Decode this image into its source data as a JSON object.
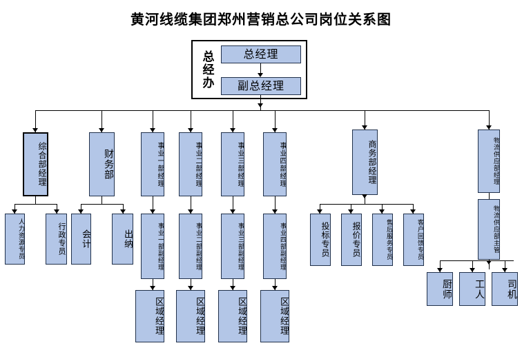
{
  "title": "黄河线缆集团郑州营销总公司岗位关系图",
  "colors": {
    "box_fill": "#b3c6e7",
    "box_border": "#20304a",
    "line": "#000000",
    "background": "#ffffff"
  },
  "top": {
    "group_label": "总经办",
    "general_manager": "总经理",
    "deputy_general_manager": "副总经理"
  },
  "departments": [
    {
      "id": "comprehensive",
      "label": "综合部经理"
    },
    {
      "id": "finance",
      "label": "财务部"
    },
    {
      "id": "bu1",
      "label": "事业一部经理"
    },
    {
      "id": "bu2",
      "label": "事业二部经理"
    },
    {
      "id": "bu3",
      "label": "事业三部经理"
    },
    {
      "id": "bu4",
      "label": "事业四部经理"
    },
    {
      "id": "business",
      "label": "商务部经理"
    },
    {
      "id": "logistics",
      "label": "物流供应部经理"
    }
  ],
  "comprehensive_staff": [
    {
      "label": "人力资源专员"
    },
    {
      "label": "行政专员"
    }
  ],
  "finance_staff": [
    {
      "label": "会计"
    },
    {
      "label": "出纳"
    }
  ],
  "bu_deputies": [
    {
      "label": "事业一部副经理"
    },
    {
      "label": "事业二部副经理"
    },
    {
      "label": "事业三部副经理"
    },
    {
      "label": "事业四部副经理"
    }
  ],
  "bu_regional": [
    {
      "label": "区域经理"
    },
    {
      "label": "区域经理"
    },
    {
      "label": "区域经理"
    },
    {
      "label": "区域经理"
    }
  ],
  "business_staff": [
    {
      "label": "投标专员"
    },
    {
      "label": "报价专员"
    },
    {
      "label": "售后服务专员"
    },
    {
      "label": "客户回馈专员"
    }
  ],
  "logistics_supervisor": {
    "label": "物流供应部主管"
  },
  "logistics_staff": [
    {
      "label": "厨师"
    },
    {
      "label": "工人"
    },
    {
      "label": "司机"
    }
  ]
}
